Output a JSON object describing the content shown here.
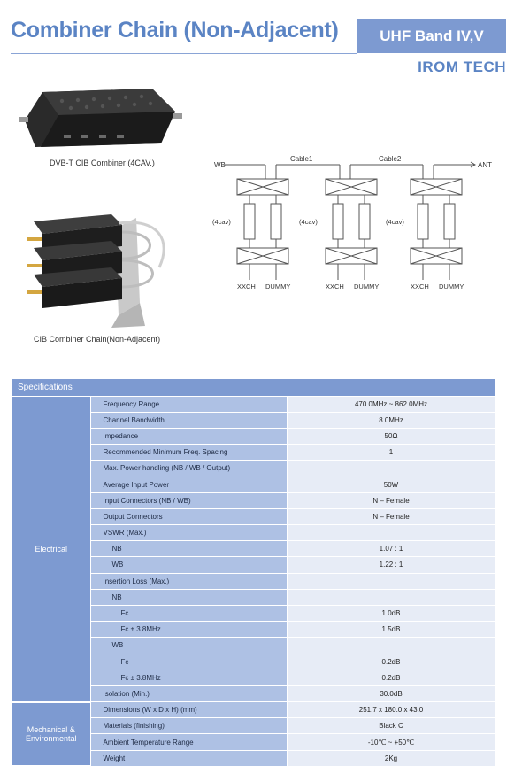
{
  "header": {
    "title": "Combiner Chain (Non-Adjacent)",
    "band": "UHF Band IV,V",
    "brand": "IROM TECH"
  },
  "figures": {
    "combiner_caption": "DVB-T CIB Combiner (4CAV.)",
    "chain_caption": "CIB Combiner Chain(Non-Adjacent)"
  },
  "diagram": {
    "wb": "WB",
    "cable1": "Cable1",
    "cable2": "Cable2",
    "ant": "ANT",
    "cav": "(4cav)",
    "xxch": "XXCH",
    "dummy": "DUMMY"
  },
  "specs": {
    "heading": "Specifications",
    "groups": [
      {
        "label": "Electrical",
        "rows": [
          {
            "param": "Frequency Range",
            "value": "470.0MHz ~ 862.0MHz",
            "level": 1
          },
          {
            "param": "Channel Bandwidth",
            "value": "8.0MHz",
            "level": 1
          },
          {
            "param": "Impedance",
            "value": "50Ω",
            "level": 1
          },
          {
            "param": "Recommended Minimum Freq. Spacing",
            "value": "1",
            "level": 1
          },
          {
            "param": "Max. Power handling (NB / WB / Output)",
            "value": "",
            "level": 1
          },
          {
            "param": "Average Input Power",
            "value": "50W",
            "level": 1
          },
          {
            "param": "Input Connectors (NB / WB)",
            "value": "N – Female",
            "level": 1
          },
          {
            "param": "Output Connectors",
            "value": "N – Female",
            "level": 1
          },
          {
            "param": "VSWR (Max.)",
            "value": "",
            "level": 1
          },
          {
            "param": "NB",
            "value": "1.07 : 1",
            "level": 2
          },
          {
            "param": "WB",
            "value": "1.22 : 1",
            "level": 2
          },
          {
            "param": "Insertion Loss (Max.)",
            "value": "",
            "level": 1
          },
          {
            "param": "NB",
            "value": "",
            "level": 2
          },
          {
            "param": "Fc",
            "value": "1.0dB",
            "level": 3
          },
          {
            "param": "Fc ± 3.8MHz",
            "value": "1.5dB",
            "level": 3
          },
          {
            "param": "WB",
            "value": "",
            "level": 2
          },
          {
            "param": "Fc",
            "value": "0.2dB",
            "level": 3
          },
          {
            "param": "Fc ± 3.8MHz",
            "value": "0.2dB",
            "level": 3
          },
          {
            "param": "Isolation (Min.)",
            "value": "30.0dB",
            "level": 1
          }
        ]
      },
      {
        "label": "Mechanical & Environmental",
        "rows": [
          {
            "param": "Dimensions (W x D x H) (mm)",
            "value": "251.7  x  180.0  x  43.0",
            "level": 1
          },
          {
            "param": "Materials (finishing)",
            "value": "Black C",
            "level": 1
          },
          {
            "param": "Ambient Temperature Range",
            "value": "-10℃ ~ +50℃",
            "level": 1
          },
          {
            "param": "Weight",
            "value": "2Kg",
            "level": 1
          }
        ]
      }
    ]
  }
}
